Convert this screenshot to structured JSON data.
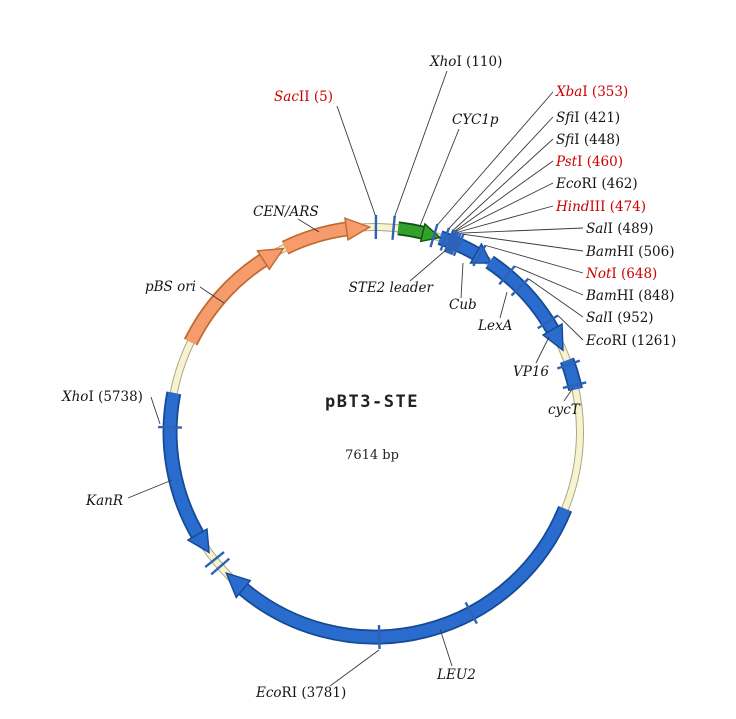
{
  "title": "pBT3-STE",
  "size": "7614 bp",
  "colors": {
    "feature_blue": "#2A6BCE",
    "feature_blue_dark": "#164A94",
    "promoter_green": "#33A02C",
    "origin_orange": "#F59B6C",
    "site_highlight_red": "#CC0000",
    "site_label_black": "#141414",
    "backbone_cream": "#F7F2D0"
  },
  "sites": [
    {
      "enzyme": "Sac",
      "rest": "II (5)",
      "color": "red"
    },
    {
      "enzyme": "Xho",
      "rest": "I (110)",
      "color": "black"
    },
    {
      "enzyme": "Xba",
      "rest": "I (353)",
      "color": "red"
    },
    {
      "enzyme": "Sfi",
      "rest": "I (421)",
      "color": "black"
    },
    {
      "enzyme": "Sfi",
      "rest": "I (448)",
      "color": "black"
    },
    {
      "enzyme": "Pst",
      "rest": "I (460)",
      "color": "red"
    },
    {
      "enzyme": "Eco",
      "rest": "RI (462)",
      "color": "black"
    },
    {
      "enzyme": "Hind",
      "rest": "III (474)",
      "color": "red"
    },
    {
      "enzyme": "Sal",
      "rest": "I (489)",
      "color": "black"
    },
    {
      "enzyme": "Bam",
      "rest": "HI (506)",
      "color": "black"
    },
    {
      "enzyme": "Not",
      "rest": "I (648)",
      "color": "red"
    },
    {
      "enzyme": "Bam",
      "rest": "HI (848)",
      "color": "black"
    },
    {
      "enzyme": "Sal",
      "rest": "I (952)",
      "color": "black"
    },
    {
      "enzyme": "Eco",
      "rest": "RI (1261)",
      "color": "black"
    },
    {
      "enzyme": "Eco",
      "rest": "RI (3781)",
      "color": "black"
    },
    {
      "enzyme": "Xho",
      "rest": "I (5738)",
      "color": "black"
    }
  ],
  "features": [
    "CYC1p",
    "STE2 leader",
    "Cub",
    "LexA",
    "VP16",
    "cycT",
    "LEU2",
    "KanR",
    "pBS ori",
    "CEN/ARS"
  ]
}
